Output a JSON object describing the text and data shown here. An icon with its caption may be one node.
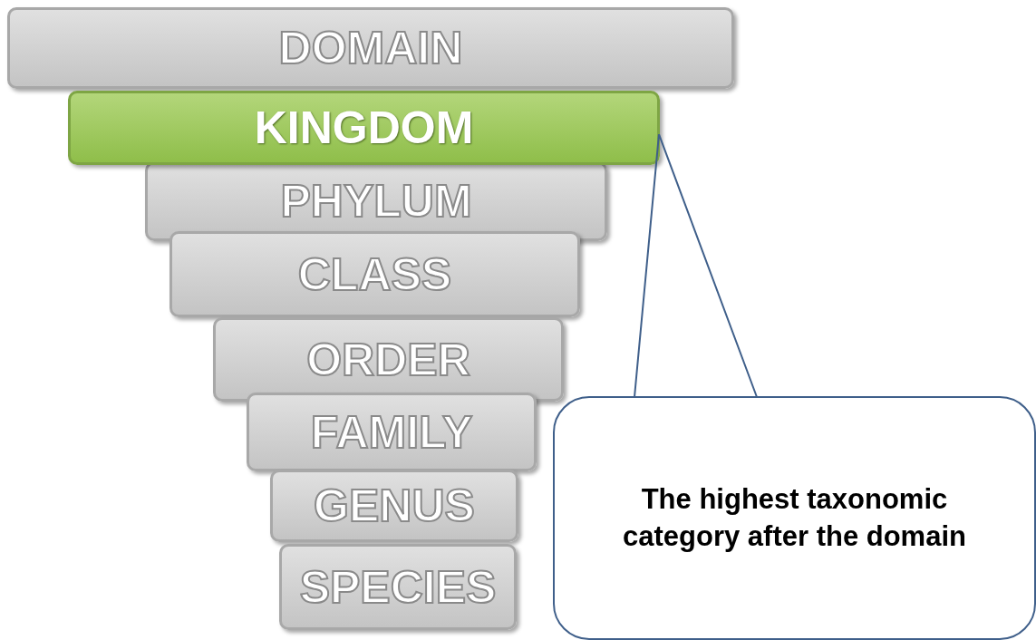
{
  "diagram": {
    "nodes": [
      {
        "text": [
          "DOMAIN"
        ]
      },
      {
        "text": [
          "KINGDOM"
        ]
      },
      {
        "text": [
          "PHYLUM"
        ]
      },
      {
        "text": [
          "CLASS"
        ]
      },
      {
        "text": [
          "ORDER"
        ]
      },
      {
        "text": [
          "FAMILY"
        ]
      },
      {
        "text": [
          "GENUS"
        ]
      },
      {
        "text": [
          "SPECIES"
        ]
      },
      {
        "text": [
          "The highest taxonomic category after the domain"
        ]
      }
    ],
    "edges": [
      {
        "from": 8,
        "to": 1,
        "arrow": "none"
      }
    ]
  }
}
